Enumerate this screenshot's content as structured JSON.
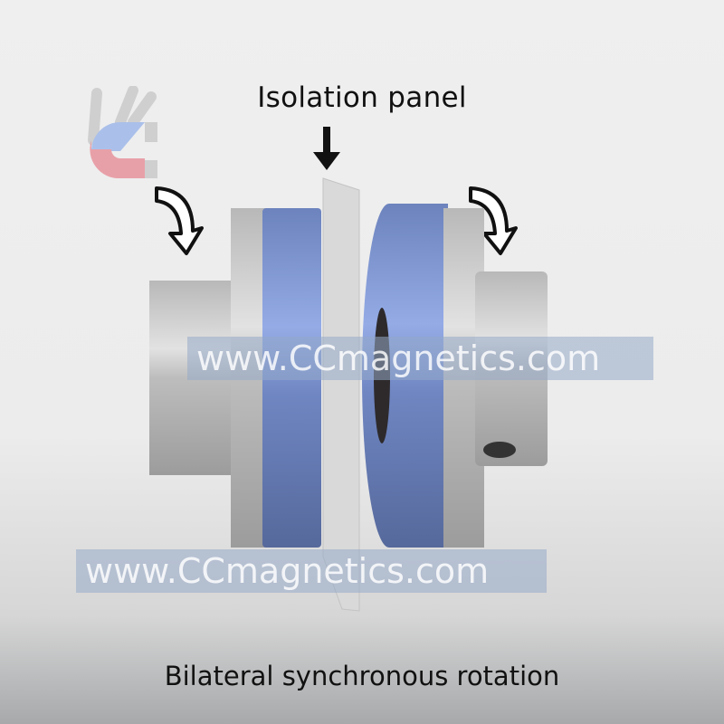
{
  "labels": {
    "isolation_panel": "Isolation panel",
    "caption": "Bilateral synchronous rotation"
  },
  "watermarks": [
    "www.CCmagnetics.com",
    "www.CCmagnetics.com"
  ],
  "icons": {
    "magnet": "horseshoe-magnet-icon",
    "down_arrow": "down-arrow-icon",
    "rotation_arrow_left": "curved-arrow-icon",
    "rotation_arrow_right": "curved-arrow-icon"
  },
  "colors": {
    "magnet_ring": "#7d93c9",
    "metal": "#b4b4b4",
    "magnet_north": "#aac0ea",
    "magnet_south": "#e8a0a8"
  }
}
